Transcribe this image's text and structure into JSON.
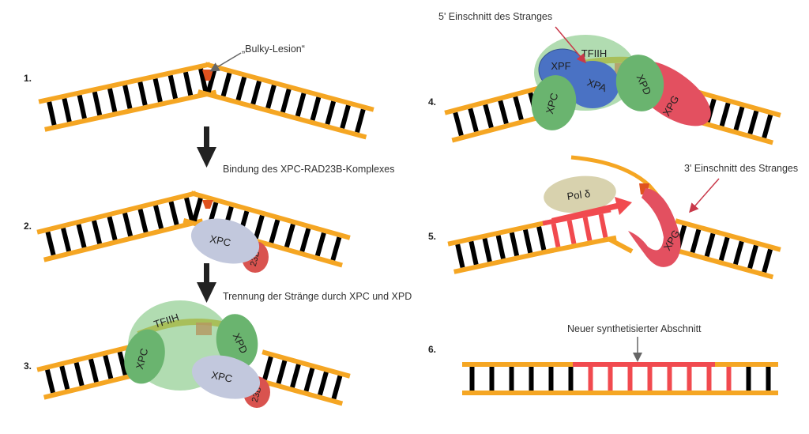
{
  "figure": {
    "type": "Nucleotide excision repair (NER) pathway diagram",
    "colors": {
      "strand": "#f5a623",
      "base_pair": "#000000",
      "lesion": "#e0521f",
      "new_strand": "#f14a4f",
      "xpc": "#6ab46f",
      "xpc_light": "#c2c8dd",
      "rad23b": "#d9534f",
      "tfiih": "#a9d8a9",
      "xpd": "#6ab46f",
      "xpf": "#4a72c4",
      "xpa": "#4a72c4",
      "xpg": "#e35060",
      "pol_delta": "#d8d2ae",
      "arrow": "#222222",
      "annotation_arrow": "#c9394a"
    }
  },
  "steps": [
    {
      "number": "1.",
      "annotation": "„Bulky-Lesion“"
    },
    {
      "number": "2.",
      "proteins": [
        "XPC",
        "23B"
      ]
    },
    {
      "number": "3.",
      "proteins": [
        "TFIIH",
        "XPC",
        "XPD",
        "XPC",
        "23B"
      ]
    },
    {
      "number": "4.",
      "annotation": "5' Einschnitt des Stranges",
      "proteins": [
        "TFIIH",
        "XPF",
        "XPA",
        "XPC",
        "XPD",
        "XPG"
      ]
    },
    {
      "number": "5.",
      "annotation": "3' Einschnitt des Stranges",
      "proteins": [
        "Pol δ",
        "XPG"
      ]
    },
    {
      "number": "6.",
      "annotation": "Neuer synthetisierter Abschnitt"
    }
  ],
  "transitions": [
    {
      "label": "Bindung des XPC-RAD23B-Komplexes"
    },
    {
      "label": "Trennung der Stränge durch XPC und XPD"
    }
  ],
  "protein_labels": {
    "xpc": "XPC",
    "rad23b": "23B",
    "tfiih": "TFIIH",
    "xpd": "XPD",
    "xpf": "XPF",
    "xpa": "XPA",
    "xpg": "XPG",
    "pol": "Pol δ"
  }
}
